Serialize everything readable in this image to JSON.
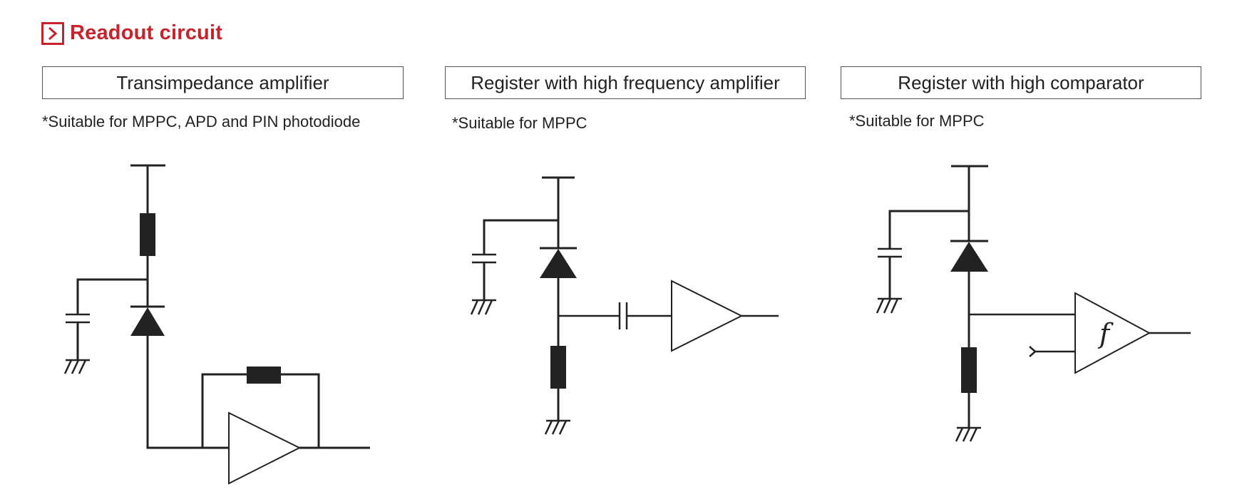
{
  "header": {
    "title": "Readout circuit",
    "icon": "chevron-right-icon",
    "accent_color": "#c8232c"
  },
  "panels": [
    {
      "title": "Transimpedance amplifier",
      "note": "*Suitable for MPPC, APD and PIN photodiode"
    },
    {
      "title": "Register with high frequency amplifier",
      "note": "*Suitable for MPPC"
    },
    {
      "title": "Register with high comparator",
      "note": "*Suitable for MPPC",
      "comparator_symbol": "f"
    }
  ]
}
